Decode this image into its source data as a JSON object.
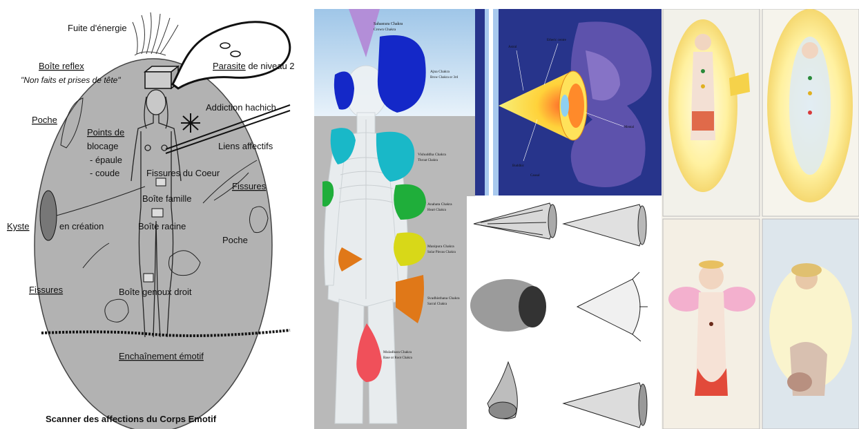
{
  "emotional_body": {
    "title": "Scanner des affections du Corps Emotif",
    "labels": {
      "energy_leak": "Fuite d'énergie",
      "reflex_box": "Boîte reflex",
      "reflex_box_note": "\"Non faits et prises de tête\"",
      "parasite": "Parasite de niveau 2",
      "parasite_underlined": "Parasite",
      "parasite_rest": " de niveau 2",
      "addiction": "Addiction hachich",
      "pocket_left": "Poche",
      "blocking_points": "Points de",
      "blocking_points_2": "blocage",
      "shoulder": "- épaule",
      "elbow": "- coude",
      "affective_links": "Liens affectifs",
      "heart_cracks": "Fissures du Coeur",
      "cracks_right": "Fissures",
      "family_box": "Boîte famille",
      "cyst": "Kyste",
      "in_creation": "en création",
      "root_box": "Boîte racine",
      "pocket_right": "Poche",
      "cracks_left": "Fissures",
      "knee_box": "Boîte genoux droit",
      "chain": "Enchaînement émotif"
    }
  },
  "chakra_figure": {
    "chakras": [
      {
        "name": "Sahasrara Chakra",
        "sub": "Crown Chakra",
        "color": "#b38ed8"
      },
      {
        "name": "Ajna Chakra",
        "sub": "Brow Chakra or 3rd",
        "color": "#1428c8"
      },
      {
        "name": "Vishuddha Chakra",
        "sub": "Throat Chakra",
        "color": "#19b8c8"
      },
      {
        "name": "Anahata Chakra",
        "sub": "Heart Chakra",
        "color": "#1fae3a"
      },
      {
        "name": "Manipura Chakra",
        "sub": "Solar Plexus Chakra",
        "color": "#d8d818"
      },
      {
        "name": "Svadhisthana Chakra",
        "sub": "Sacral Chakra",
        "color": "#e07818"
      },
      {
        "name": "Muladhara Chakra",
        "sub": "Base or Root Chakra",
        "color": "#f0505a"
      }
    ]
  },
  "vortex": {
    "labels": [
      "Etheric centre",
      "Astral",
      "Mental",
      "Buddhic",
      "Causal"
    ]
  },
  "aura_panels": {
    "captions": [
      "",
      "",
      "",
      ""
    ]
  }
}
